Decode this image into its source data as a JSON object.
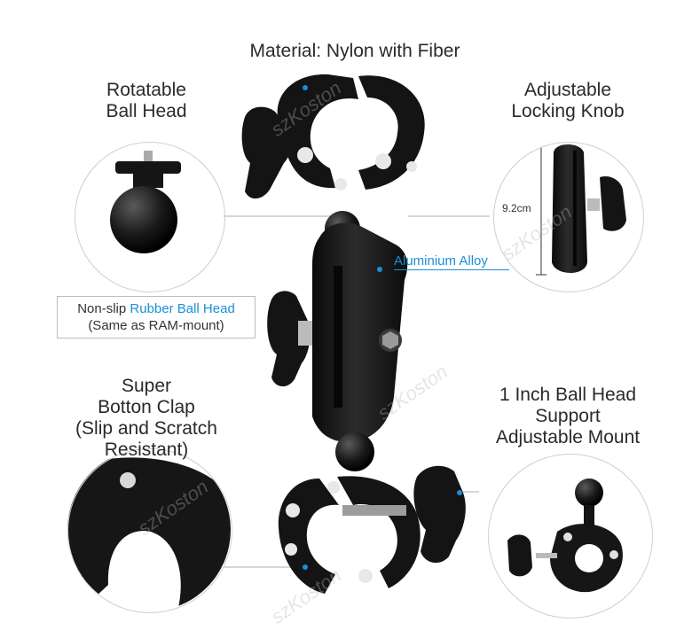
{
  "labels": {
    "material": "Material: Nylon with Fiber",
    "rotatable": [
      "Rotatable",
      "Ball Head"
    ],
    "adjustable": [
      "Adjustable",
      "Locking Knob"
    ],
    "super": [
      "Super",
      "Botton Clap",
      "(Slip and Scratch",
      "Resistant)"
    ],
    "inch": [
      "1 Inch Ball Head",
      "Support",
      "Adjustable Mount"
    ]
  },
  "callout": {
    "prefix": "Non-slip ",
    "highlight": "Rubber Ball Head",
    "line2": "(Same as RAM-mount)"
  },
  "alloy_label": "Aluminium Alloy",
  "dimension": "9.2cm",
  "watermark": "szKoston",
  "colors": {
    "accent": "#1a8fd6",
    "product": "#141414",
    "metal": "#c9c9c9"
  }
}
